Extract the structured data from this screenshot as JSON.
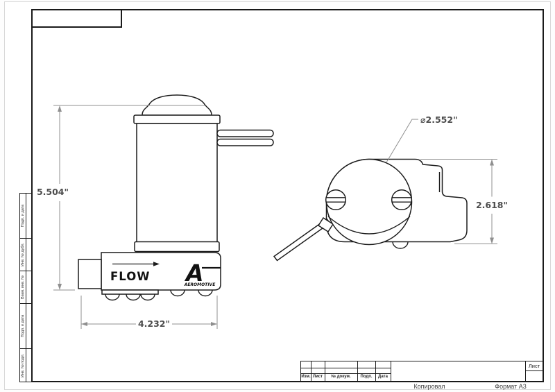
{
  "drawing": {
    "front_view": {
      "flow_label": "FLOW",
      "brand_glyph": "A",
      "brand": "AEROMOTIVE",
      "dim_height": "5.504\"",
      "dim_width": "4.232\""
    },
    "top_view": {
      "dim_diameter": "⌀2.552\"",
      "dim_depth": "2.618\""
    },
    "colors": {
      "outline": "#1c1c1c",
      "dimension_line": "#8f8f8f",
      "dimension_text": "#4c4c4c"
    }
  },
  "frame": {
    "sidebar_rows": [
      {
        "label": "Подп. и дата"
      },
      {
        "label": "Инв. № дубл."
      },
      {
        "label": "Взам. инв. №"
      },
      {
        "label": "Подп. и дата"
      },
      {
        "label": "Инв. № подл."
      }
    ],
    "title_block": {
      "columns": [
        "Изм.",
        "Лист",
        "№ докум.",
        "Подп.",
        "Дата"
      ],
      "sheet_label": "Лист"
    },
    "footer": {
      "copied": "Копировал",
      "format": "Формат A3"
    }
  }
}
